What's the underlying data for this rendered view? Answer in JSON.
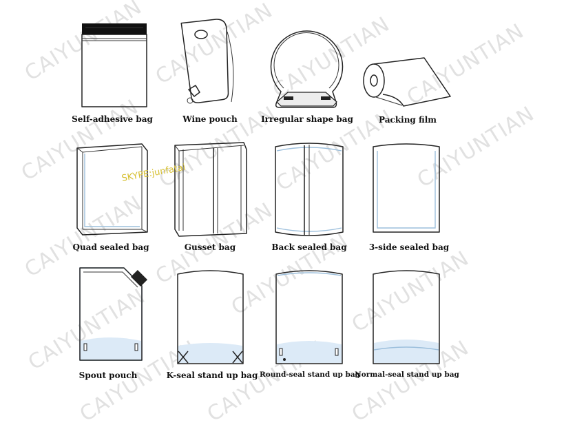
{
  "items": [
    {
      "id": "self-adhesive-bag",
      "label": "Self-adhesive bag"
    },
    {
      "id": "wine-pouch",
      "label": "Wine pouch"
    },
    {
      "id": "irregular-shape-bag",
      "label": "Irregular shape bag"
    },
    {
      "id": "packing-film",
      "label": "Packing film"
    },
    {
      "id": "quad-sealed-bag",
      "label": "Quad sealed bag"
    },
    {
      "id": "gusset-bag",
      "label": "Gusset bag"
    },
    {
      "id": "back-sealed-bag",
      "label": "Back sealed bag"
    },
    {
      "id": "3-side-sealed-bag",
      "label": "3-side sealed bag"
    },
    {
      "id": "spout-pouch",
      "label": "Spout pouch"
    },
    {
      "id": "k-seal-stand-up-bag",
      "label": "K-seal stand up bag"
    },
    {
      "id": "round-seal-stand-up-bag",
      "label": "Round-seal stand up bag"
    },
    {
      "id": "normal-seal-stand-up-bag",
      "label": "Normal-seal stand up bag"
    }
  ],
  "watermark": "CAIYUNTIAN",
  "skype": "SKYPE:junfatai"
}
